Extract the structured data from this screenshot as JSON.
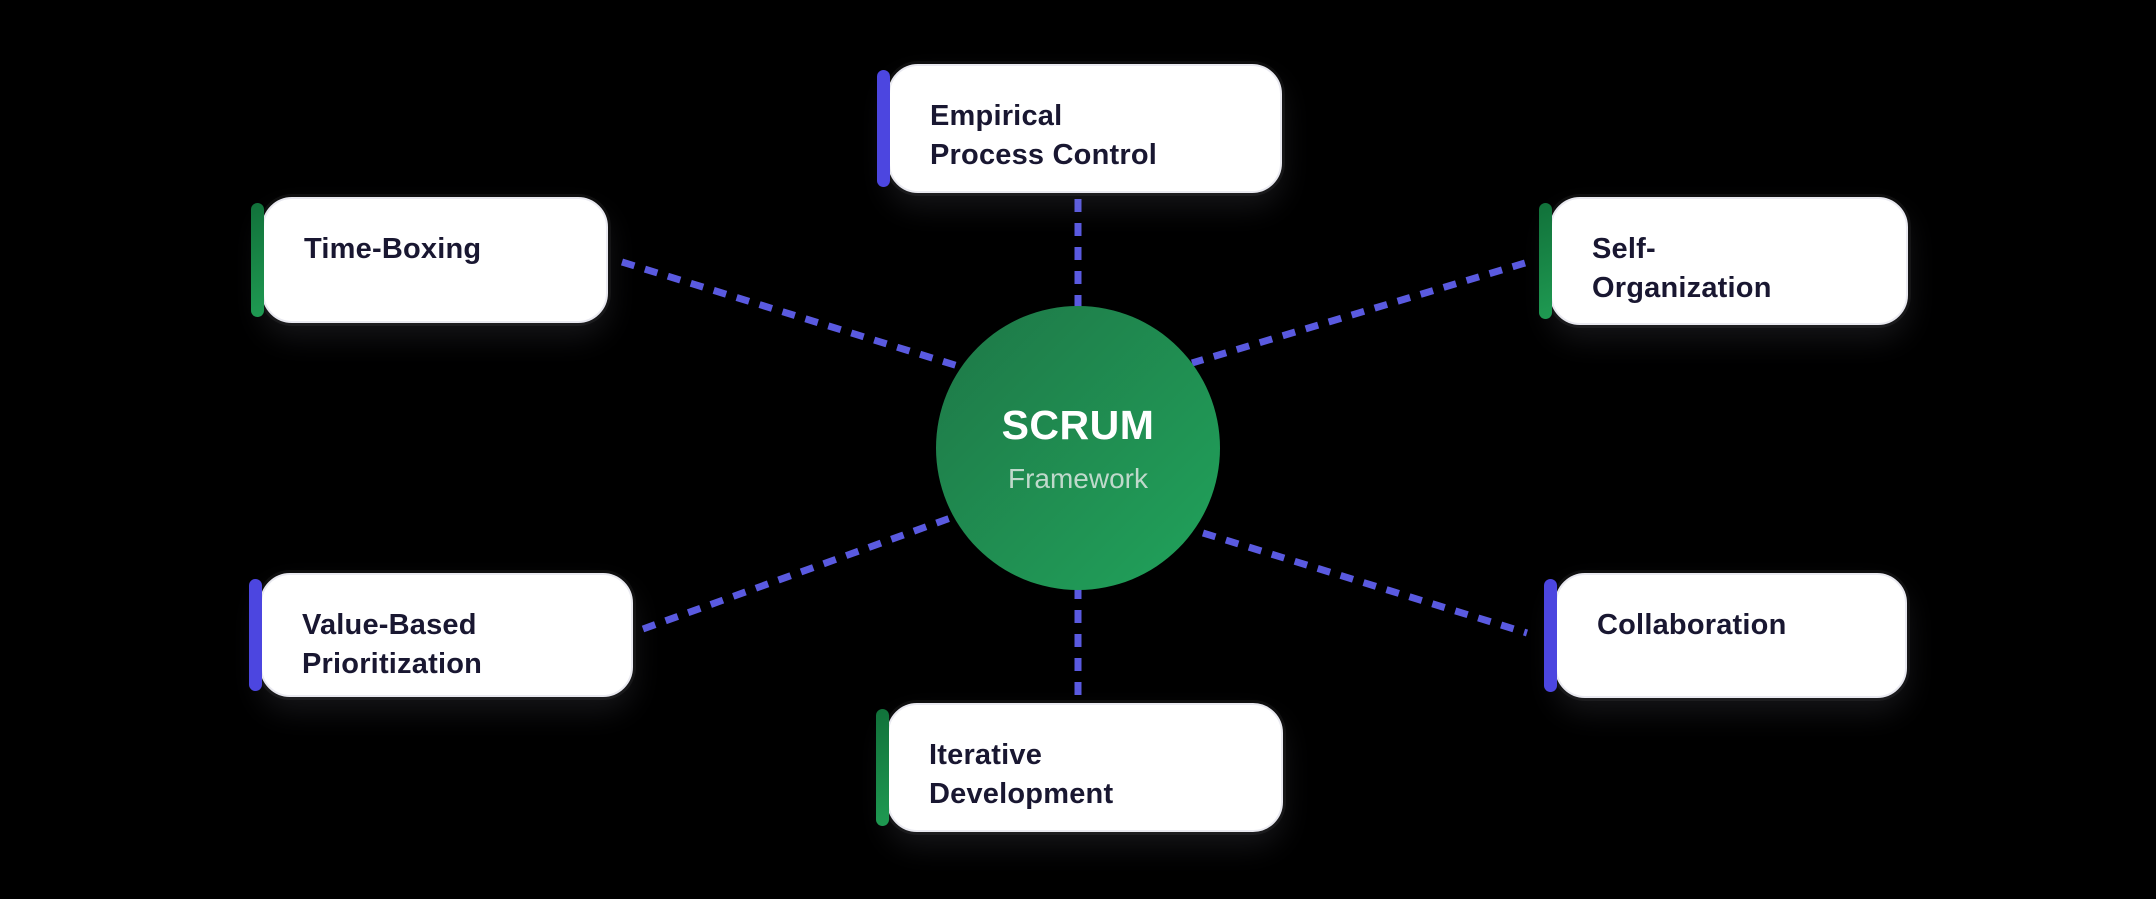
{
  "diagram": {
    "center": {
      "title": "SCRUM",
      "subtitle": "Framework"
    },
    "nodes": [
      {
        "label": "Empirical\nProcess Control",
        "accent": "indigo",
        "position": "top"
      },
      {
        "label": "Time-Boxing",
        "accent": "green",
        "position": "top-left"
      },
      {
        "label": "Self-\nOrganization",
        "accent": "green",
        "position": "top-right"
      },
      {
        "label": "Value-Based\nPrioritization",
        "accent": "indigo",
        "position": "bottom-left"
      },
      {
        "label": "Collaboration",
        "accent": "indigo",
        "position": "bottom-right"
      },
      {
        "label": "Iterative\nDevelopment",
        "accent": "green",
        "position": "bottom"
      }
    ],
    "colors": {
      "background": "#000000",
      "connector": "#5A5AE0",
      "accent_indigo": "#4C46E0",
      "accent_green_from": "#11713A",
      "accent_green_to": "#1F9A52",
      "circle_from": "#1E7747",
      "circle_to": "#21A35B",
      "card_background": "#FFFFFF",
      "card_border": "#E9E9F0",
      "card_text": "#191731",
      "subtitle_text": "#BFD9CB"
    }
  }
}
